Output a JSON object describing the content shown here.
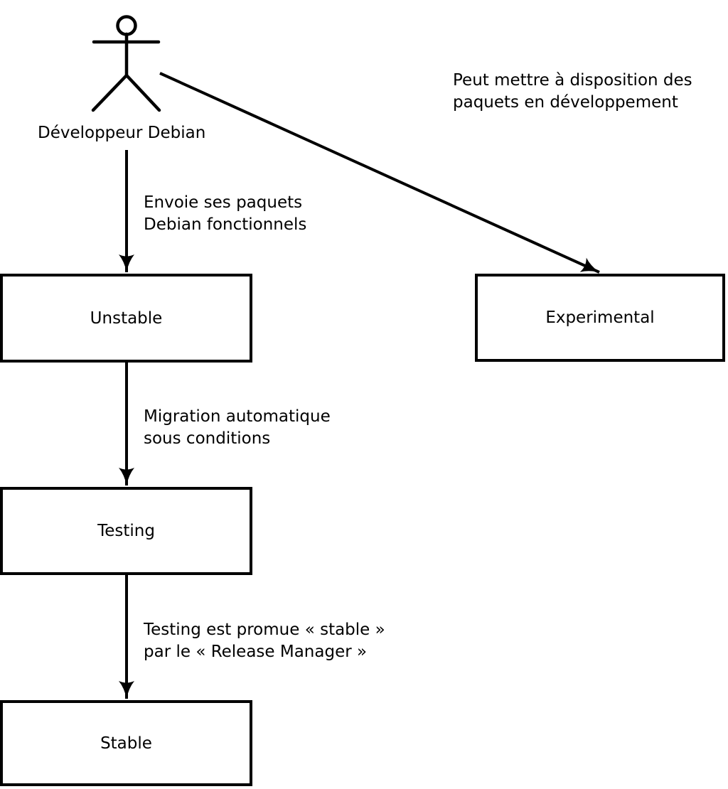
{
  "actor": {
    "label": "Développeur Debian"
  },
  "boxes": {
    "unstable": "Unstable",
    "experimental": "Experimental",
    "testing": "Testing",
    "stable": "Stable"
  },
  "annotations": {
    "upload": {
      "line1": "Envoie ses paquets",
      "line2": "Debian fonctionnels"
    },
    "experimental_note": {
      "line1": "Peut mettre à disposition des",
      "line2": "paquets en développement"
    },
    "migration": {
      "line1": "Migration automatique",
      "line2": "sous conditions"
    },
    "promotion": {
      "line1": "Testing est promue « stable »",
      "line2": "par le « Release Manager »"
    }
  },
  "colors": {
    "line": "#000000",
    "background": "#ffffff"
  }
}
